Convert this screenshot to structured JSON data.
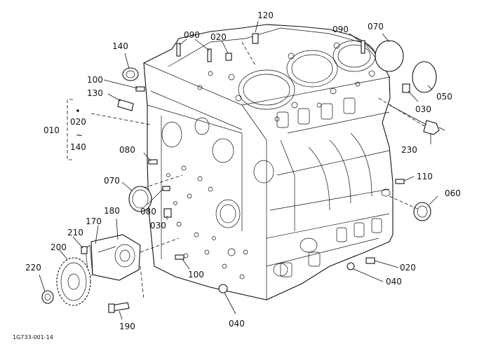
{
  "diagram": {
    "drawing_code": "1G733-001-14",
    "labels": {
      "l120": "120",
      "l090a": "090",
      "l020a": "020",
      "l090b": "090",
      "l070a": "070",
      "l140a": "140",
      "l100a": "100",
      "l130": "130",
      "l010": "010",
      "l020g": "020",
      "ltilde": "~",
      "l140g": "140",
      "l050": "050",
      "l030a": "030",
      "l230": "230",
      "l080a": "080",
      "l110": "110",
      "l070b": "070",
      "l060": "060",
      "l080b": "080",
      "l030b": "030",
      "l180": "180",
      "l170": "170",
      "l210": "210",
      "l200": "200",
      "l220": "220",
      "l100b": "100",
      "l020b": "020",
      "l040a": "040",
      "l040b": "040",
      "l190": "190"
    }
  }
}
